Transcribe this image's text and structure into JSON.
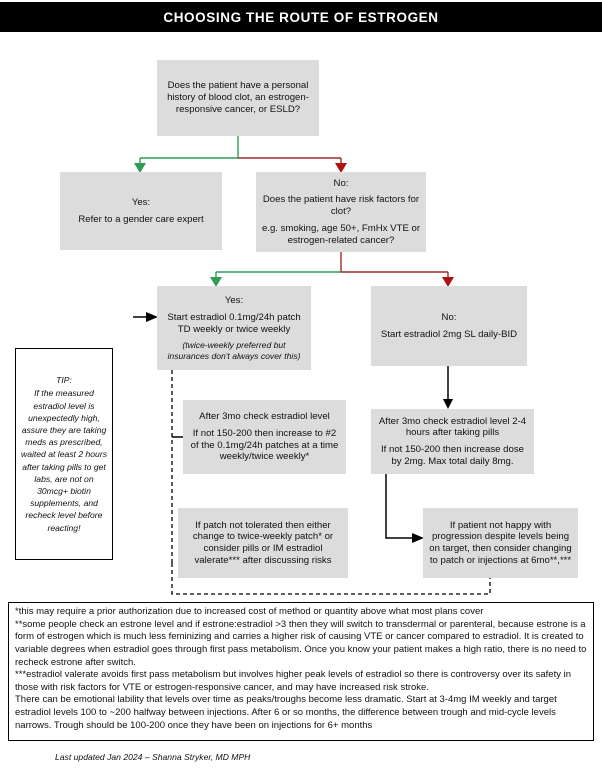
{
  "header": {
    "title": "CHOOSING THE ROUTE OF ESTROGEN",
    "bg_color": "#000000",
    "text_color": "#FFFFFF"
  },
  "theme": {
    "box_fill": "#DCDCDC",
    "yes_line_color": "#2E9E55",
    "no_line_color": "#9E2A2A",
    "no_arrow_color": "#B01010",
    "plain_line_color": "#000000"
  },
  "nodes": {
    "root_question": {
      "lines": [
        "Does the patient have a personal history of blood clot, an estrogen-responsive cancer, or ESLD?"
      ]
    },
    "yes_refer": {
      "line1": "Yes:",
      "line2": "Refer to a gender care expert"
    },
    "no_risk_factors": {
      "line1": "No:",
      "line2": "Does the patient have risk factors for clot?",
      "line3": "e.g. smoking, age 50+, FmHx VTE or estrogen-related cancer?"
    },
    "yes_patch": {
      "line1": "Yes:",
      "line2": "Start estradiol 0.1mg/24h patch TD weekly or twice weekly",
      "line3": "(twice-weekly preferred but insurances don't always cover this)"
    },
    "no_sl": {
      "line1": "No:",
      "line2": "Start estradiol 2mg SL daily-BID"
    },
    "patch_followup": {
      "line1": "After 3mo check estradiol level",
      "line2": "If not 150-200 then increase to #2 of the 0.1mg/24h patches at a time weekly/twice weekly*"
    },
    "sl_followup": {
      "line1": "After 3mo check estradiol level 2-4 hours after taking pills",
      "line2": "If not 150-200 then increase dose by 2mg. Max total daily 8mg."
    },
    "patch_not_tolerated": {
      "line1": "If patch not tolerated then either change to twice-weekly patch* or consider pills or IM estradiol valerate*** after discussing risks"
    },
    "not_happy": {
      "line1": "If patient not happy with progression despite levels being on target, then consider changing to patch or injections at 6mo**,***"
    }
  },
  "tip": {
    "heading": "TIP:",
    "body": "If the measured estradiol level is unexpectedly high, assure they are taking meds as prescribed, waited at least 2 hours after taking pills to get labs, are not on 30mcg+ biotin supplements, and recheck level before reacting!"
  },
  "footnotes": {
    "line1": "*this may require a prior authorization due to increased cost of method or quantity above what most plans cover",
    "line2": "**some people check an estrone level and if estrone:estradiol >3 then they will switch to transdermal or parenteral, because estrone is a form of estrogen which is much less feminizing and carries a higher risk of causing VTE or cancer compared to estradiol.  It is created to variable degrees when estradiol goes through first pass metabolism. Once you know your patient makes a high ratio, there is no need to recheck estrone after switch.",
    "line3": "***estradiol valerate avoids first pass metabolism but involves higher peak levels of estradiol so there is controversy over its safety in those with risk factors for VTE or estrogen-responsive cancer, and may have increased risk stroke.",
    "line4": "There can be emotional lability that levels over time as peaks/troughs become less dramatic. Start at 3-4mg IM weekly and target estradiol levels 100 to ~200 halfway between injections. After 6 or so months, the difference between trough and mid-cycle levels narrows. Trough should be 100-200 once they have been on injections for 6+ months"
  },
  "credit": {
    "text": "Last updated Jan 2024 – Shanna Stryker, MD MPH"
  }
}
